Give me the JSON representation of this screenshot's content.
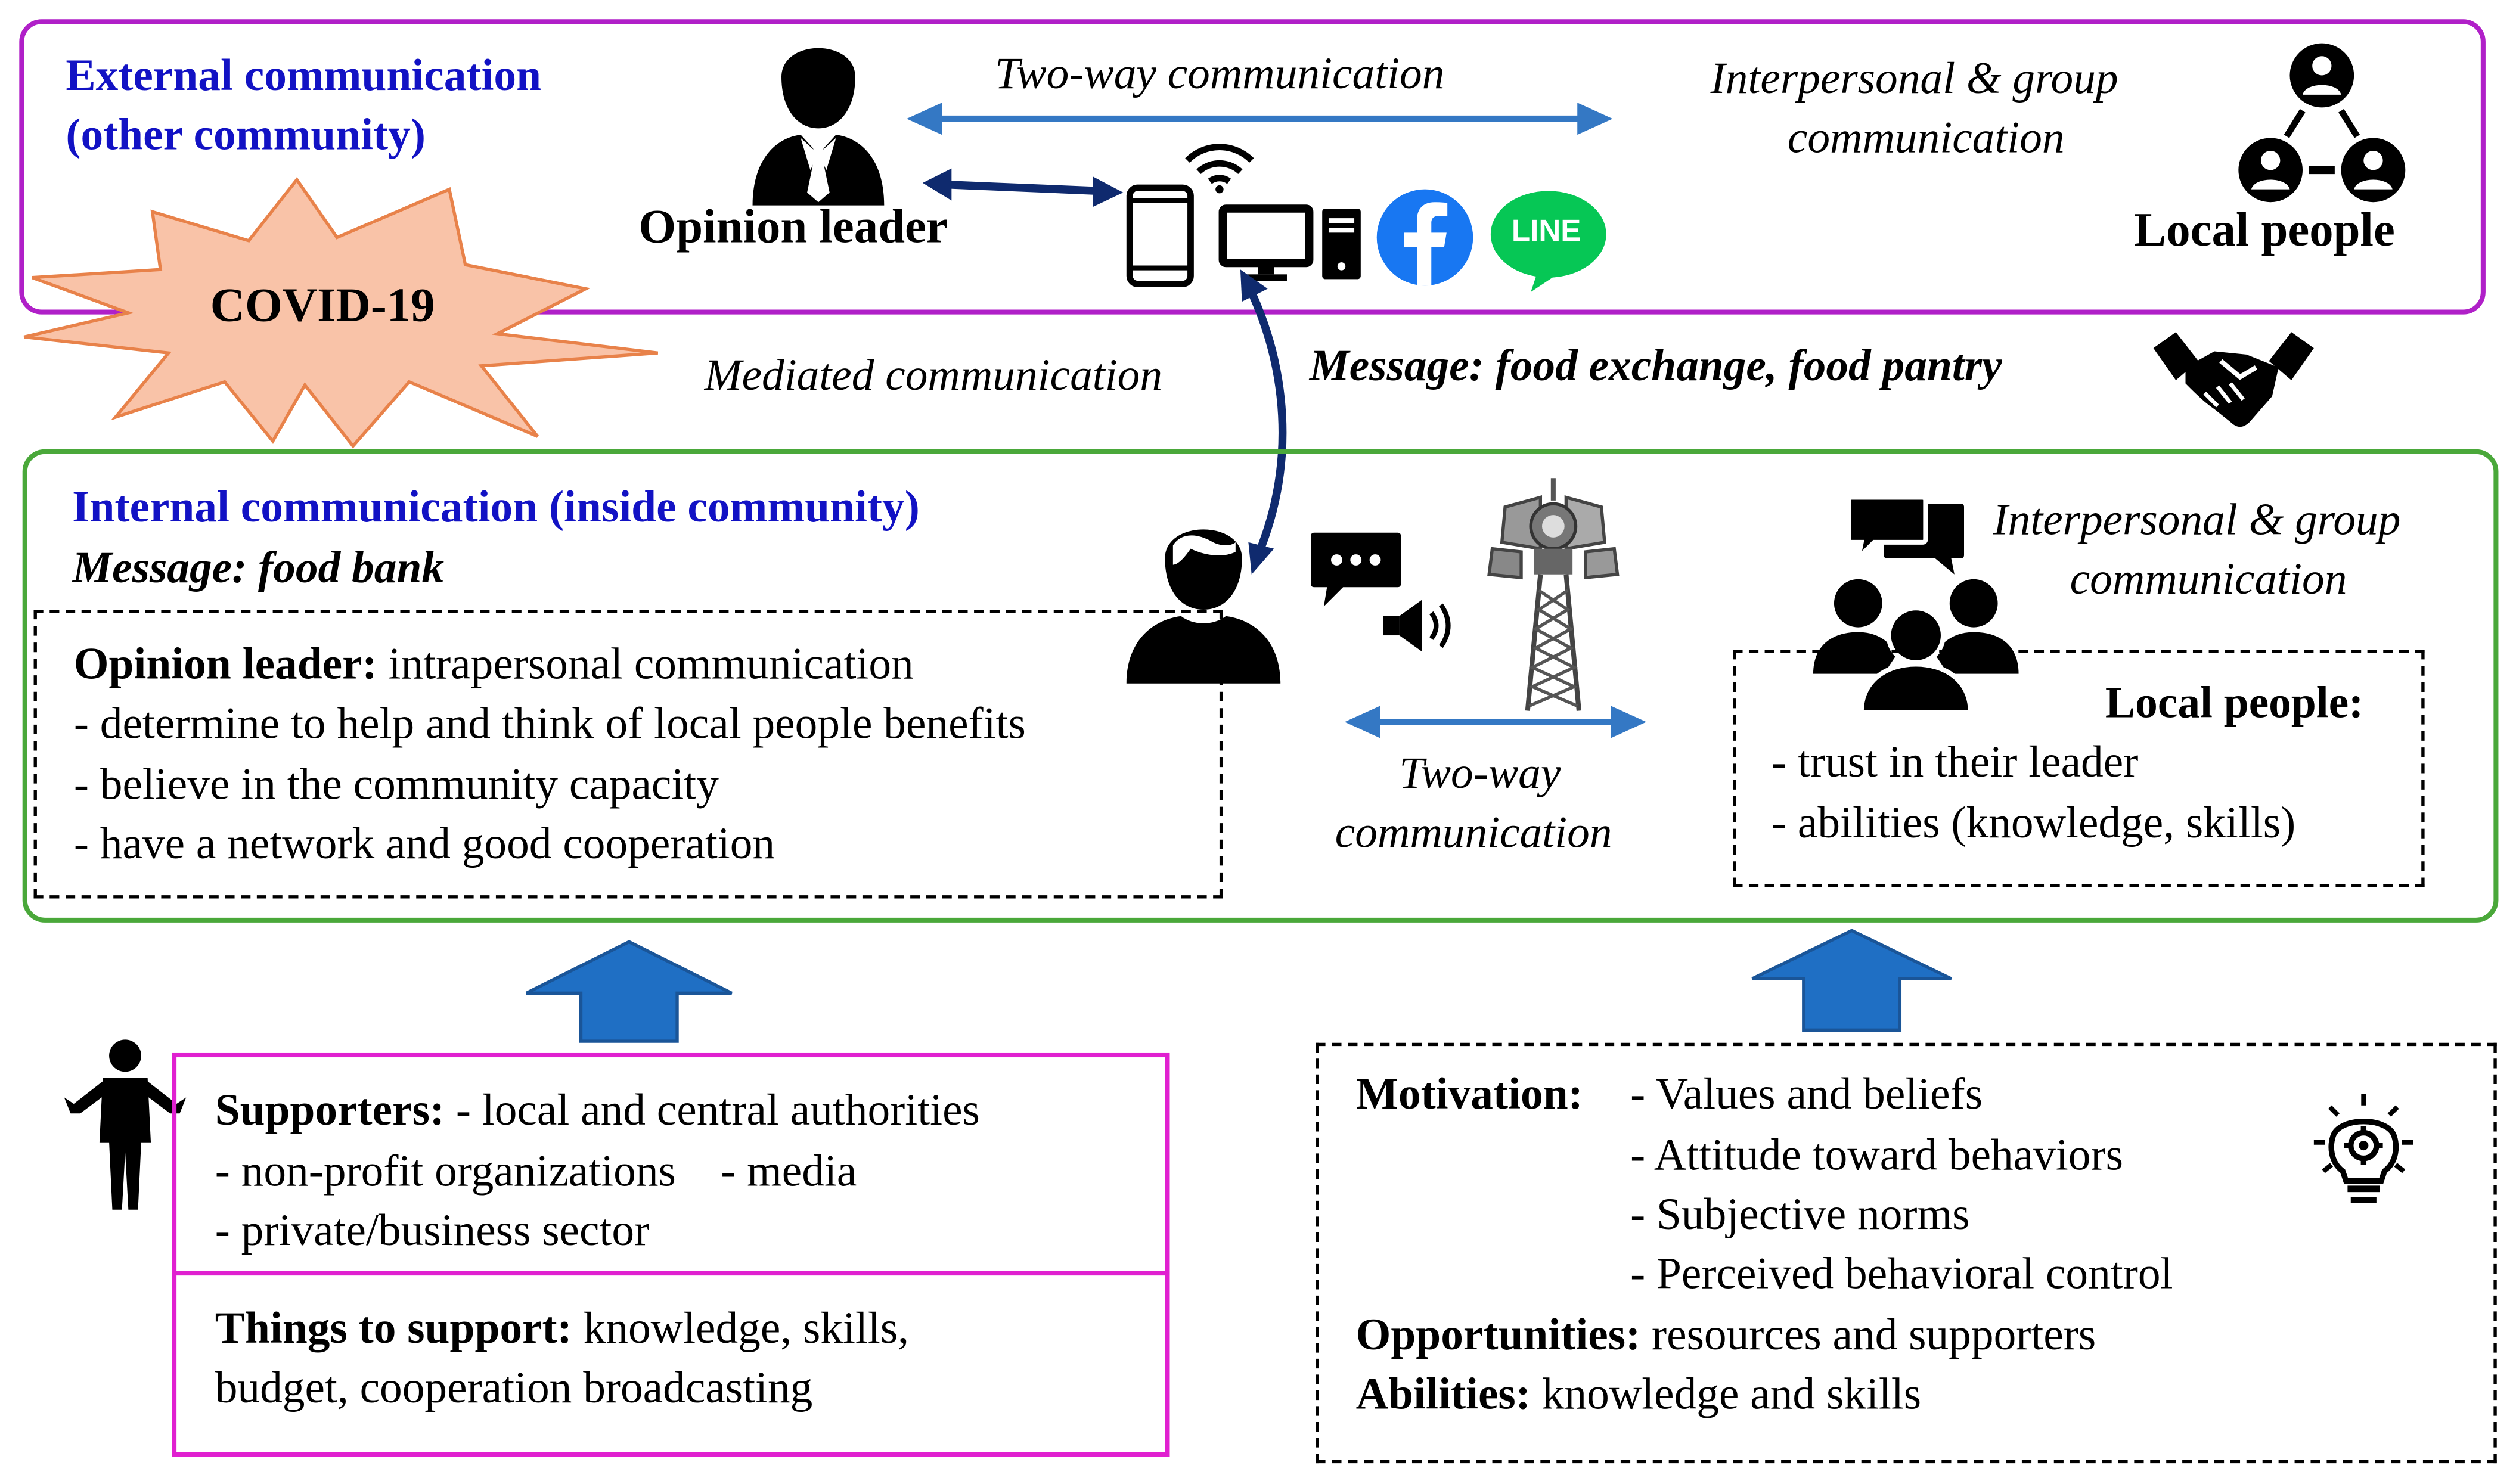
{
  "external": {
    "heading_line1": "External communication",
    "heading_line2": "(other community)",
    "two_way": "Two-way communication",
    "opinion_leader": "Opinion leader",
    "interpersonal_line1": "Interpersonal & group",
    "interpersonal_line2": "communication",
    "local_people": "Local people",
    "line_logo_text": "LINE"
  },
  "covid": "COVID-19",
  "mediated": "Mediated communication",
  "message_external": "Message: food exchange, food pantry",
  "internal": {
    "heading": "Internal communication (inside community)",
    "message": "Message: food bank",
    "opinion_leader_label": "Opinion leader:",
    "opinion_leader_desc": " intrapersonal communication",
    "opinion_leader_points": [
      "- determine to help and think of local people benefits",
      "- believe in the community capacity",
      "- have a network and good cooperation"
    ],
    "two_way_line1": "Two-way",
    "two_way_line2": "communication",
    "interpersonal_line1": "Interpersonal & group",
    "interpersonal_line2": "communication",
    "local_people_label": "Local people:",
    "local_people_points": [
      "- trust in their leader",
      "- abilities (knowledge, skills)"
    ]
  },
  "supporters": {
    "label": "Supporters:",
    "line1_rest": " - local and central authorities",
    "line2": "- non-profit organizations    - media",
    "line3": "- private/business sector",
    "things_label": "Things to support:",
    "things_rest": " knowledge, skills,",
    "things_line2": "budget, cooperation broadcasting"
  },
  "motivation": {
    "label": "Motivation:",
    "items": [
      "- Values and beliefs",
      "- Attitude toward behaviors",
      "- Subjective norms",
      "- Perceived behavioral control"
    ],
    "opportunities_label": "Opportunities:",
    "opportunities_rest": " resources and supporters",
    "abilities_label": "Abilities:",
    "abilities_rest": " knowledge and skills"
  },
  "icons": [
    "person-with-tie-icon",
    "smartphone-icon",
    "wifi-icon",
    "desktop-computer-icon",
    "facebook-logo-icon",
    "line-logo-icon",
    "group-network-icon",
    "handshake-icon",
    "person-icon",
    "chat-bubble-icon",
    "speaker-icon",
    "loudspeaker-tower-icon",
    "chat-bubbles-icon",
    "group-people-icon",
    "standing-person-icon",
    "lightbulb-gear-icon"
  ],
  "colors": {
    "external_border": "#b020c8",
    "internal_border": "#4aa83a",
    "supporters_border": "#e020d0",
    "heading_blue": "#1212c4",
    "arrow_blue": "#3478c4",
    "navy_arrow": "#0f2a6e",
    "covid_fill": "#f9c3a8",
    "covid_stroke": "#e8824a",
    "facebook_blue": "#1877f2",
    "line_green": "#06c755"
  }
}
